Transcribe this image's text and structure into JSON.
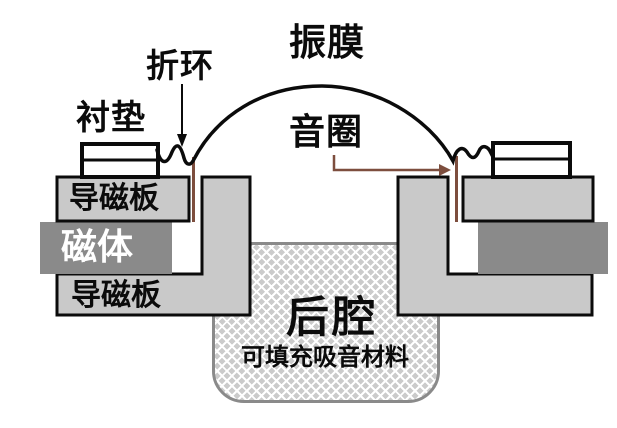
{
  "figure": {
    "type": "speaker-driver-cross-section",
    "labels": {
      "gasket": "衬垫",
      "surround": "折环",
      "diaphragm": "振膜",
      "voice_coil": "音圈",
      "top_plate_left": "导磁板",
      "magnet_left": "磁体",
      "bottom_plate_left": "导磁板",
      "back_cavity": "后腔",
      "cavity_note": "可填充吸音材料"
    },
    "colors": {
      "background": "#ffffff",
      "outline": "#0b0b0b",
      "plate_gray": "#c9c9c9",
      "magnet_gray": "#8a8a8a",
      "magnet_text": "#ffffff",
      "coil_brown": "#7d4e3e",
      "cavity_border_gray": "#8a8a8a",
      "cavity_texture_gray": "#cbcbcb"
    }
  }
}
